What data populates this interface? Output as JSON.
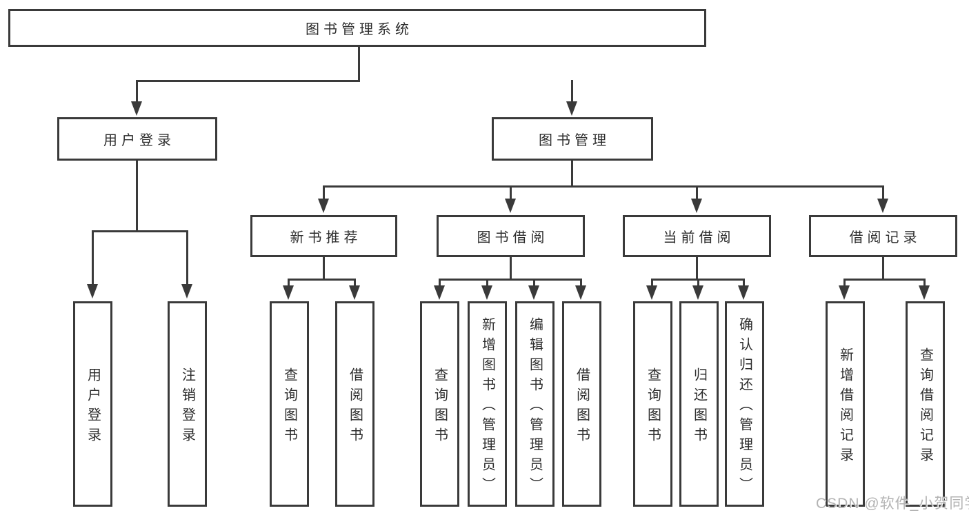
{
  "diagram": {
    "root": {
      "label": "图书管理系统"
    },
    "level2": [
      {
        "label": "用户登录"
      },
      {
        "label": "图书管理"
      }
    ],
    "level3": [
      {
        "label": "新书推荐"
      },
      {
        "label": "图书借阅"
      },
      {
        "label": "当前借阅"
      },
      {
        "label": "借阅记录"
      }
    ],
    "leaves": {
      "user_login": [
        "用户登录",
        "注销登录"
      ],
      "new_book": [
        "查询图书",
        "借阅图书"
      ],
      "borrow": [
        "查询图书",
        "新增图书（管理员）",
        "编辑图书（管理员）",
        "借阅图书"
      ],
      "current": [
        "查询图书",
        "归还图书",
        "确认归还（管理员）"
      ],
      "records": [
        "新增借阅记录",
        "查询借阅记录"
      ]
    },
    "colors": {
      "line": "#3a3a3a",
      "text": "#2e2e2e",
      "background": "#ffffff",
      "watermark": "#b3b3b3"
    }
  },
  "watermark": {
    "text": "CSDN @软件_小贺同学"
  }
}
